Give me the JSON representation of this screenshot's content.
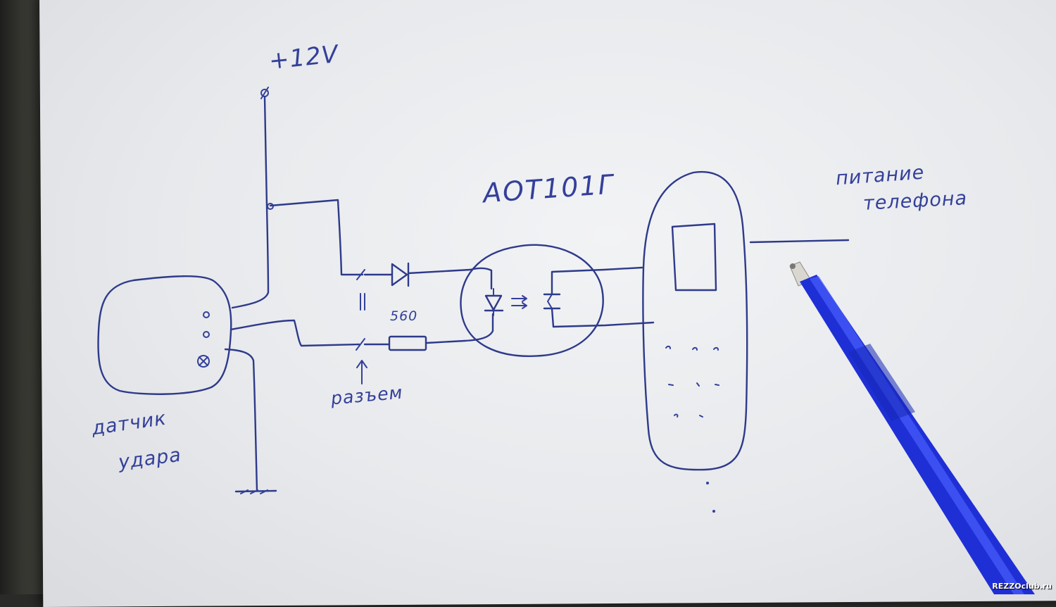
{
  "labels": {
    "supply": "+12V",
    "chip": "AOT101Г",
    "resistor": "560",
    "connector": "разъем",
    "sensor_line1": "датчик",
    "sensor_line2": "удара",
    "phone_line1": "питание",
    "phone_line2": "телефона"
  },
  "watermark": "REZZOclub.ru",
  "colors": {
    "ink": "#34409a",
    "pen_body": "#1f2fd6",
    "paper": "#eceef1"
  },
  "icons": {
    "resistor": "resistor-symbol",
    "diode": "diode-symbol",
    "ground": "ground-symbol",
    "optocoupler": "optocoupler-symbol"
  }
}
